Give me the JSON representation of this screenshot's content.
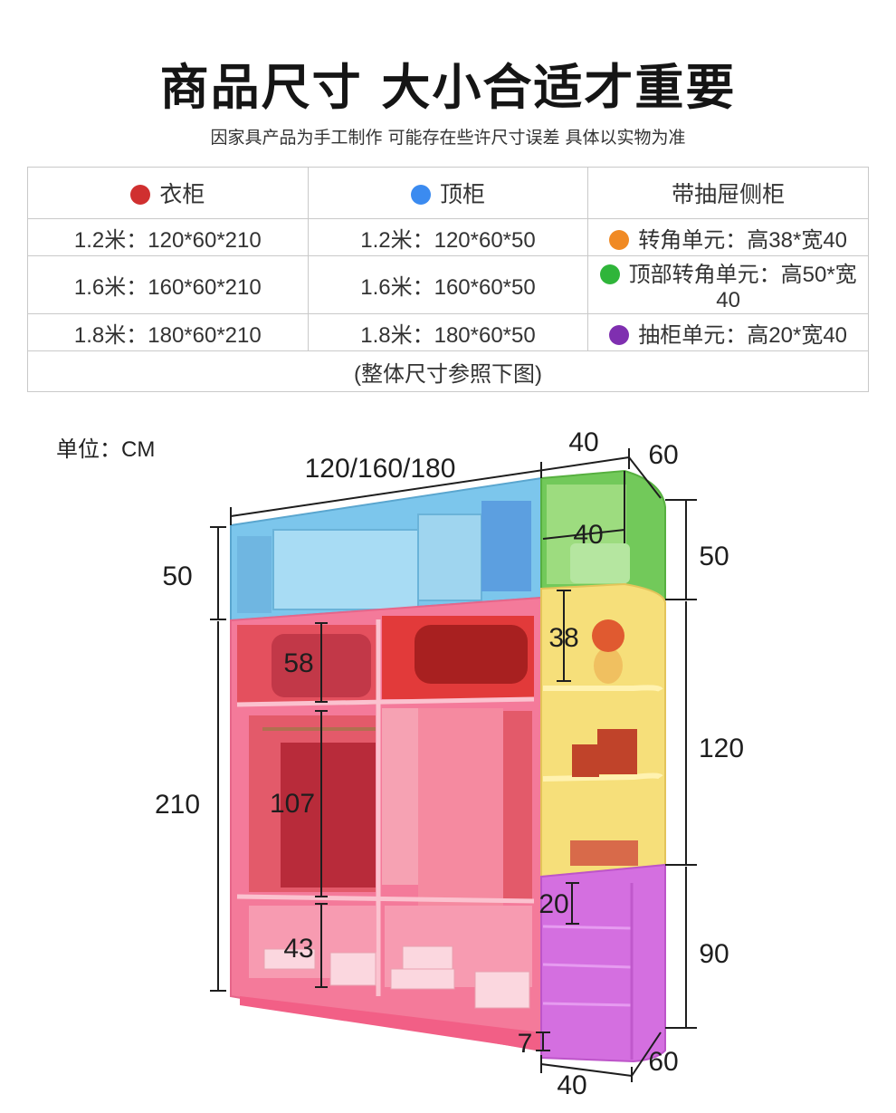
{
  "header": {
    "title": "商品尺寸 大小合适才重要",
    "subtitle": "因家具产品为手工制作 可能存在些许尺寸误差 具体以实物为准"
  },
  "table": {
    "columns": [
      {
        "label": "衣柜",
        "dot_color": "#d03030"
      },
      {
        "label": "顶柜",
        "dot_color": "#3b8bf0"
      },
      {
        "label": "带抽屉侧柜",
        "dot_color": ""
      }
    ],
    "rows": [
      {
        "wardrobe": "1.2米：120*60*210",
        "top": "1.2米：120*60*50",
        "side": "转角单元：高38*宽40",
        "side_dot": "#f08a24"
      },
      {
        "wardrobe": "1.6米：160*60*210",
        "top": "1.6米：160*60*50",
        "side": "顶部转角单元：高50*宽40",
        "side_dot": "#2fb53a"
      },
      {
        "wardrobe": "1.8米：180*60*210",
        "top": "1.8米：180*60*50",
        "side": "抽柜单元：高20*宽40",
        "side_dot": "#7f2fb0"
      }
    ],
    "footer": "(整体尺寸参照下图)"
  },
  "drawing": {
    "unit": "单位：CM",
    "dims": {
      "width": "120/160/180",
      "side_width": "40",
      "top_depth": "60",
      "top_height": "50",
      "top_corner_width": "40",
      "corner_height": "38",
      "shelf_height": "58",
      "hang_height": "107",
      "bottom_height": "43",
      "drawer_height": "20",
      "base_height": "7",
      "wardrobe_height": "210",
      "right_top": "50",
      "right_mid": "120",
      "right_low": "90",
      "bottom_depth": "60",
      "bottom_width": "40"
    },
    "colors": {
      "top_cabinet": "#7cc6ec",
      "wardrobe": "#f47a9a",
      "wardrobe_inner": "#e23a3a",
      "corner_green": "#72c95a",
      "corner_yellow": "#f6df7a",
      "drawer_purple": "#d46fe0"
    }
  }
}
